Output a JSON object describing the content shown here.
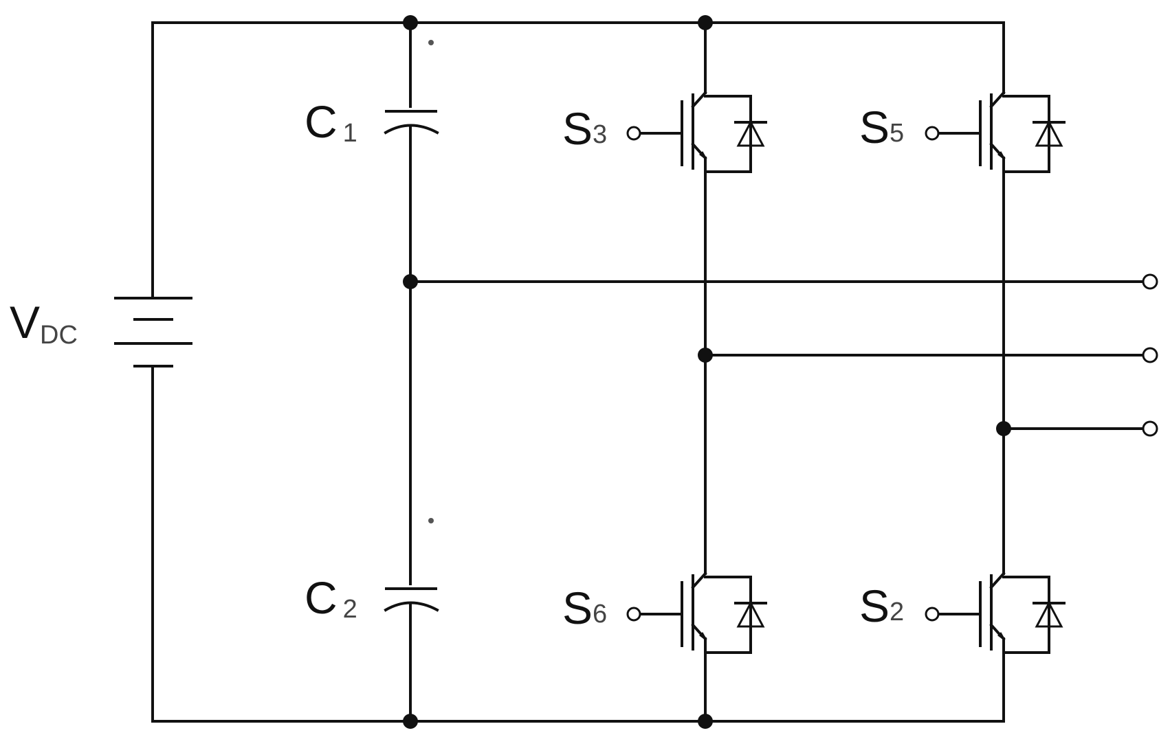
{
  "labels": {
    "source": {
      "main": "V",
      "sub": "DC"
    },
    "c1": {
      "main": "C",
      "sub": "1"
    },
    "c2": {
      "main": "C",
      "sub": "2"
    },
    "s3": {
      "main": "S",
      "sub": "3"
    },
    "s5": {
      "main": "S",
      "sub": "5"
    },
    "s6": {
      "main": "S",
      "sub": "6"
    },
    "s2": {
      "main": "S",
      "sub": "2"
    }
  },
  "colors": {
    "ink": "#111111",
    "label_subscript": "#444444",
    "background": "#ffffff"
  }
}
